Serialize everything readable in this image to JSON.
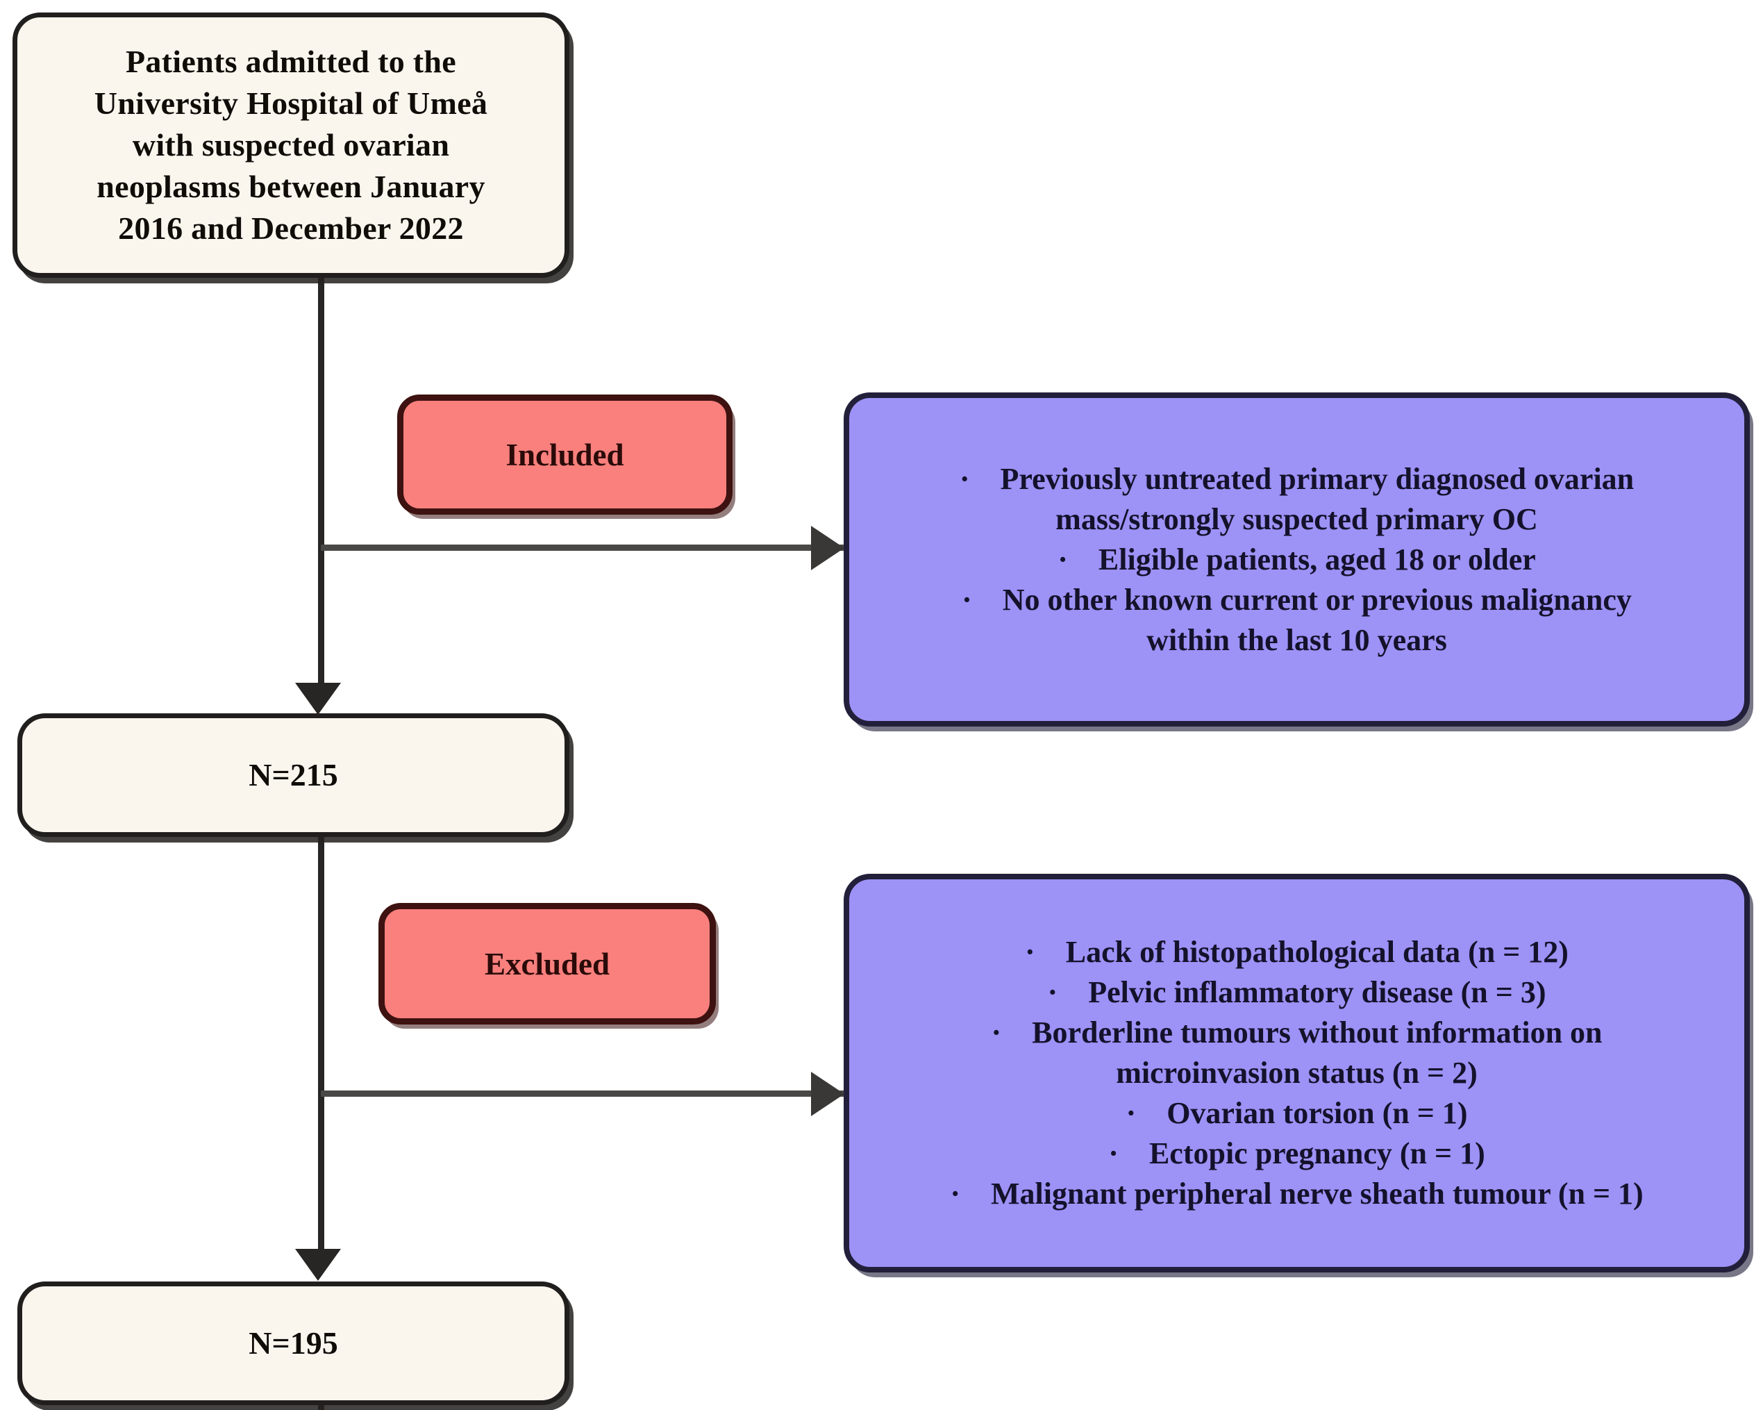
{
  "diagram": {
    "type": "flowchart",
    "title": "Patient selection flow diagram",
    "colors": {
      "cream_fill": "#faf6ee",
      "cream_border": "#211f1e",
      "red_fill": "#f9807d",
      "red_border": "#3d1210",
      "blue_fill": "#9d92f6",
      "blue_border": "#221f3a",
      "connector": "#282624",
      "background": "#ffffff"
    }
  },
  "source_box": {
    "id": "source-population",
    "lines": [
      "Patients admitted to the",
      "University Hospital of Umeå",
      "with suspected ovarian",
      "neoplasms between January",
      "2016 and December 2022"
    ]
  },
  "included_label": {
    "id": "included",
    "text": "Included"
  },
  "inclusion_criteria": {
    "id": "inclusion-criteria",
    "items": [
      [
        "Previously untreated primary diagnosed ovarian",
        "mass/strongly suspected primary OC"
      ],
      [
        "Eligible patients, aged 18 or older"
      ],
      [
        "No other known current or previous malignancy",
        "within the last 10 years"
      ]
    ]
  },
  "count_after_inclusion": {
    "id": "n-215",
    "text": "N=215",
    "value": 215
  },
  "excluded_label": {
    "id": "excluded",
    "text": "Excluded"
  },
  "exclusion_criteria": {
    "id": "exclusion-criteria",
    "items": [
      [
        "Lack of histopathological data (n = 12)"
      ],
      [
        "Pelvic inflammatory disease (n = 3)"
      ],
      [
        "Borderline tumours without information on",
        "microinvasion status (n = 2)"
      ],
      [
        "Ovarian torsion (n = 1)"
      ],
      [
        "Ectopic pregnancy (n = 1)"
      ],
      [
        "Malignant peripheral nerve sheath tumour (n = 1)"
      ]
    ]
  },
  "count_final": {
    "id": "n-195",
    "text": "N=195",
    "value": 195
  }
}
